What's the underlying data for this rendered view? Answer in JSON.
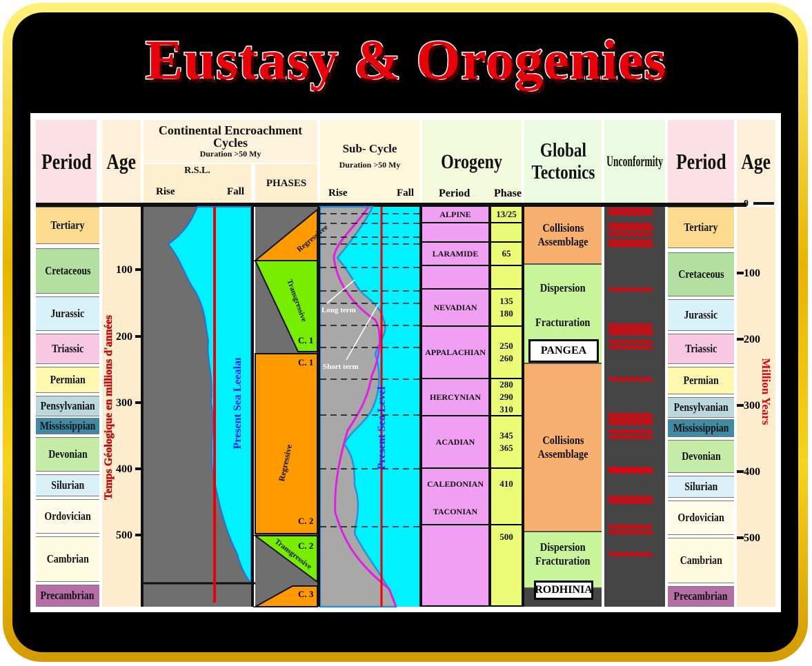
{
  "title": "Eustasy & Orogenies",
  "headers": {
    "period": "Period",
    "age": "Age",
    "continental_title": "Continental Encroachment Cycles",
    "continental_duration": "Duration >50 My",
    "rsl": "R.S.L.",
    "rise": "Rise",
    "fall": "Fall",
    "phases": "PHASES",
    "subcycle_title": "Sub- Cycle",
    "subcycle_duration": "Duration >50 My",
    "orogeny": "Orogeny",
    "orogeny_period": "Period",
    "orogeny_phase": "Phase",
    "tectonics": "Global Tectonics",
    "unconformity": "Unconformity"
  },
  "periods": [
    {
      "name": "Tertiary",
      "color": "#fbdc8f"
    },
    {
      "name": "Cretaceous",
      "color": "#b3dfa1"
    },
    {
      "name": "Jurassic",
      "color": "#d9f1f8"
    },
    {
      "name": "Triassic",
      "color": "#f8c8e2"
    },
    {
      "name": "Permian",
      "color": "#fdf7b0"
    },
    {
      "name": "Pensylvanian",
      "color": "#bcd8dc"
    },
    {
      "name": "Mississippian",
      "color": "#3f8aa5"
    },
    {
      "name": "Devonian",
      "color": "#c4eca6"
    },
    {
      "name": "Silurian",
      "color": "#d9f0f7"
    },
    {
      "name": "Ordovician",
      "color": "#fffbe8"
    },
    {
      "name": "Cambrian",
      "color": "#fffbe0"
    },
    {
      "name": "Precambrian",
      "color": "#b56ea5"
    }
  ],
  "age_ticks": [
    "100",
    "200",
    "300",
    "400",
    "500"
  ],
  "age_axis_zero": "0",
  "left_axis_label": "Temps Géologique en millions d'années",
  "right_axis_label": "Million Years",
  "continental": {
    "present_sea_label": "Present Sea Leealaı",
    "phases": [
      "Regressivee",
      "Transgressive",
      "Regressive",
      "Transgressive"
    ],
    "cycles": [
      "C. 1",
      "C. 1",
      "C. 2",
      "C. 2",
      "C. 3"
    ]
  },
  "subcycle": {
    "present_sea_label": "Present Sea Level",
    "long_term": "Long term",
    "short_term": "Short term"
  },
  "orogenies": [
    {
      "name": "ALPINE",
      "phase": [
        "13/25"
      ]
    },
    {
      "name": "",
      "phase": [
        ""
      ]
    },
    {
      "name": "LARAMIDE",
      "phase": [
        "65"
      ]
    },
    {
      "name": "",
      "phase": [
        ""
      ]
    },
    {
      "name": "NEVADIAN",
      "phase": [
        "135",
        "180"
      ]
    },
    {
      "name": "APPALACHIAN",
      "phase": [
        "250",
        "260"
      ]
    },
    {
      "name": "HERCYNIAN",
      "phase": [
        "280",
        "290",
        "310"
      ]
    },
    {
      "name": "ACADIAN",
      "phase": [
        "345",
        "365"
      ]
    },
    {
      "name": "CALEDONIAN",
      "phase": [
        "410"
      ]
    },
    {
      "name": "TACONIAN",
      "phase": [
        ""
      ]
    },
    {
      "name": "",
      "phase": [
        "500"
      ]
    }
  ],
  "tectonics": [
    {
      "label": [
        "Collisions",
        "Assemblage"
      ],
      "color": "#f8b070"
    },
    {
      "label": [
        "Dispersion",
        "Fracturation"
      ],
      "color": "#c8f49a"
    },
    {
      "label": [
        "Collisions",
        "Assemblage"
      ],
      "color": "#f8b070"
    },
    {
      "label": [
        "Dispersion",
        "Fracturation"
      ],
      "color": "#c8f49a"
    }
  ],
  "supercontinents": [
    "PANGEA",
    "RODHINIA"
  ],
  "colors": {
    "ocean": "#00f2ff",
    "land": "#6f6f6f",
    "red": "#e8000a",
    "orange": "#ff9900",
    "green": "#77ee00",
    "magenta": "#e020e0",
    "blue_curve": "#2a8fd8"
  }
}
